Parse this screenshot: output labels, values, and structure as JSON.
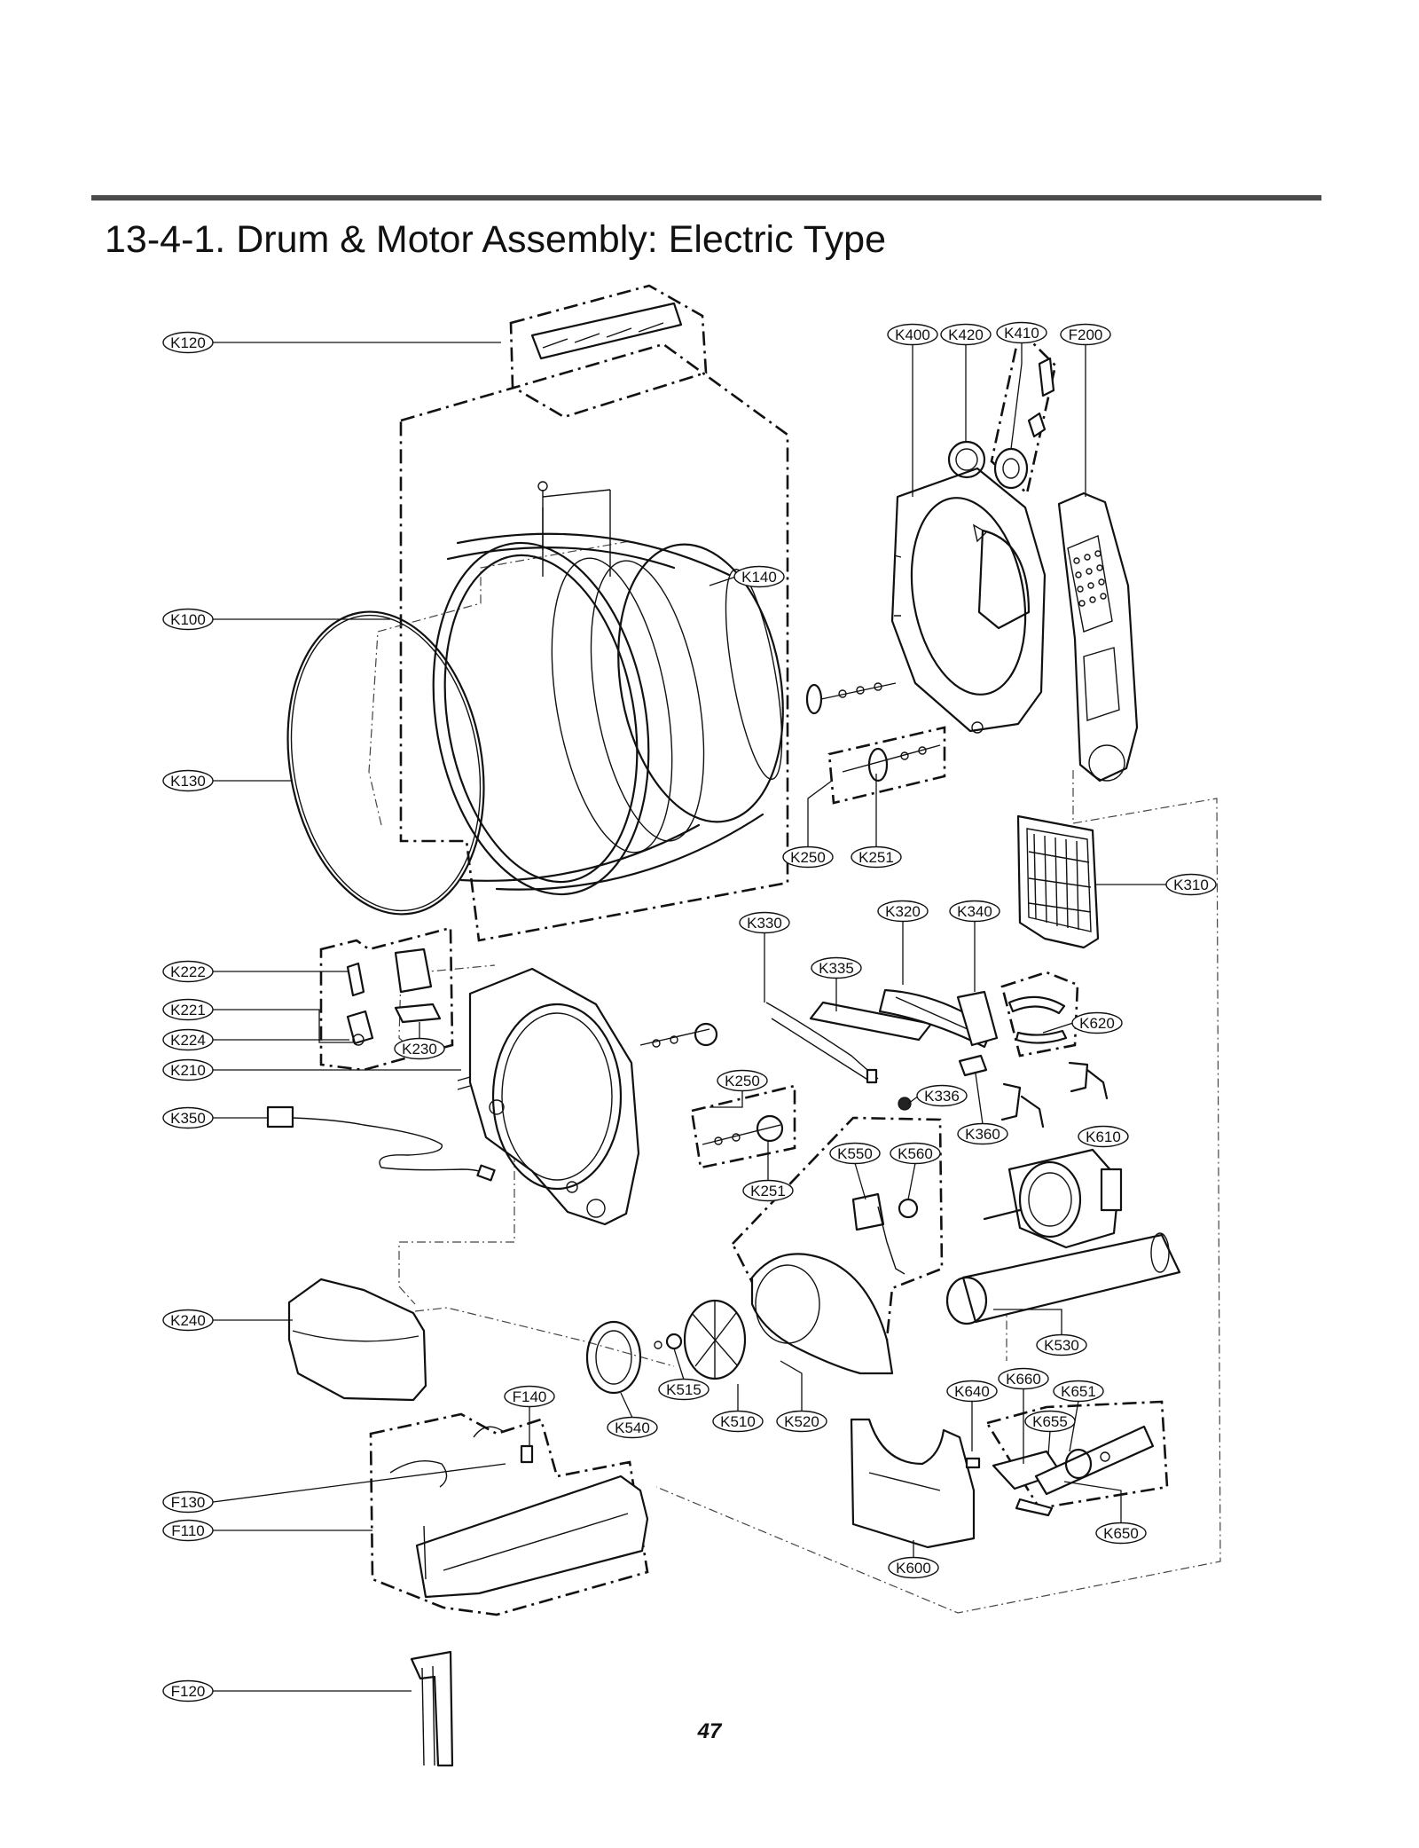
{
  "title": "13-4-1. Drum & Motor Assembly: Electric Type",
  "page_number": "47",
  "callouts": [
    {
      "id": "K400"
    },
    {
      "id": "K420"
    },
    {
      "id": "K410"
    },
    {
      "id": "F200"
    },
    {
      "id": "K120"
    },
    {
      "id": "K140"
    },
    {
      "id": "K100"
    },
    {
      "id": "K130"
    },
    {
      "id": "K250"
    },
    {
      "id": "K251"
    },
    {
      "id": "K310"
    },
    {
      "id": "K330"
    },
    {
      "id": "K320"
    },
    {
      "id": "K340"
    },
    {
      "id": "K335"
    },
    {
      "id": "K222"
    },
    {
      "id": "K221"
    },
    {
      "id": "K224"
    },
    {
      "id": "K230"
    },
    {
      "id": "K210"
    },
    {
      "id": "K620"
    },
    {
      "id": "K250"
    },
    {
      "id": "K336"
    },
    {
      "id": "K350"
    },
    {
      "id": "K360"
    },
    {
      "id": "K610"
    },
    {
      "id": "K550"
    },
    {
      "id": "K560"
    },
    {
      "id": "K251"
    },
    {
      "id": "K240"
    },
    {
      "id": "K530"
    },
    {
      "id": "K640"
    },
    {
      "id": "K660"
    },
    {
      "id": "K651"
    },
    {
      "id": "K655"
    },
    {
      "id": "F140"
    },
    {
      "id": "K515"
    },
    {
      "id": "K540"
    },
    {
      "id": "K510"
    },
    {
      "id": "K520"
    },
    {
      "id": "F130"
    },
    {
      "id": "F110"
    },
    {
      "id": "K650"
    },
    {
      "id": "K600"
    },
    {
      "id": "F120"
    }
  ]
}
